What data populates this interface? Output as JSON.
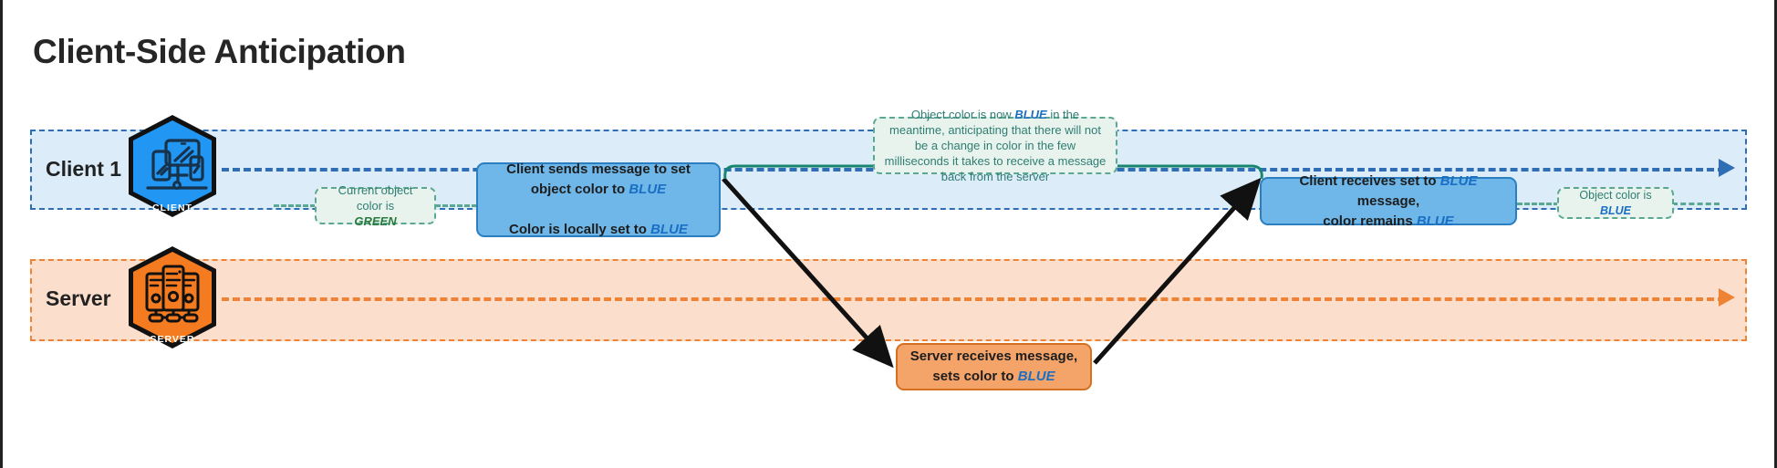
{
  "title": "Client-Side Anticipation",
  "colors": {
    "client_lane_fill": "#dcedf9",
    "client_lane_border": "#2f6db5",
    "server_lane_fill": "#fbdfcc",
    "server_lane_border": "#ef8335",
    "process_client_fill": "#6fb7e9",
    "process_server_fill": "#f4a469",
    "note_fill": "#e7f3ec",
    "note_border": "#5aa792",
    "blue_keyword": "#1a6fc4",
    "green_keyword": "#2a7a3f",
    "anticipation_line": "#18856f"
  },
  "lanes": [
    {
      "id": "client",
      "label": "Client 1",
      "icon_name": "client-devices-icon",
      "icon_caption": "CLIENT"
    },
    {
      "id": "server",
      "label": "Server",
      "icon_name": "server-rack-icon",
      "icon_caption": "SERVER"
    }
  ],
  "notes": {
    "initial": {
      "line1": "Current object color is",
      "keyword": "GREEN"
    },
    "anticipation": {
      "part1": "Object color is now ",
      "keyword": "BLUE",
      "part2": " in the meantime, anticipating that there will not be a change in color in the few milliseconds it takes to receive a message back from the server"
    },
    "final": {
      "line1": "Object color is ",
      "keyword": "BLUE"
    }
  },
  "processes": {
    "client_send": {
      "line1_part1": "Client sends message to set object color to ",
      "line1_keyword": "BLUE",
      "line2_part1": "Color is locally set to ",
      "line2_keyword": "BLUE"
    },
    "server_receive": {
      "line1_part1": "Server receives message,",
      "line2_part1": "sets color to ",
      "line2_keyword": "BLUE"
    },
    "client_receive": {
      "line1_part1": "Client receives set to ",
      "line1_keyword": "BLUE",
      "line1_part2": " message,",
      "line2_part1": "color remains ",
      "line2_keyword": "BLUE"
    }
  }
}
